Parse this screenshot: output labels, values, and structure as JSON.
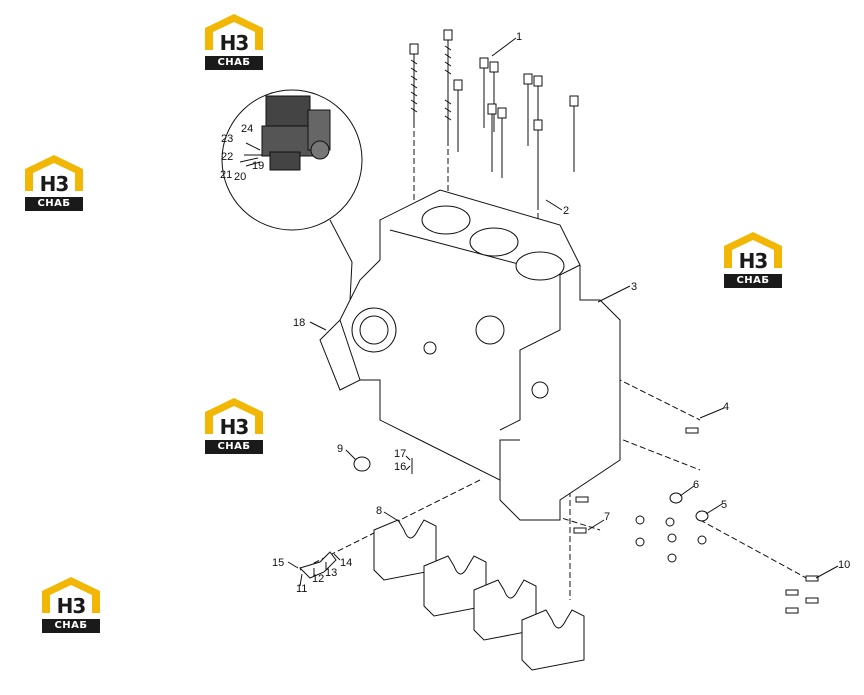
{
  "logo": {
    "mark": "H3",
    "word": "CHAБ",
    "accent": "#f2b705",
    "dark": "#1a1a1a"
  },
  "callouts": [
    "1",
    "2",
    "3",
    "4",
    "5",
    "6",
    "7",
    "8",
    "9",
    "10",
    "11",
    "12",
    "13",
    "14",
    "15",
    "16",
    "17",
    "18",
    "19",
    "20",
    "21",
    "22",
    "23",
    "24"
  ]
}
